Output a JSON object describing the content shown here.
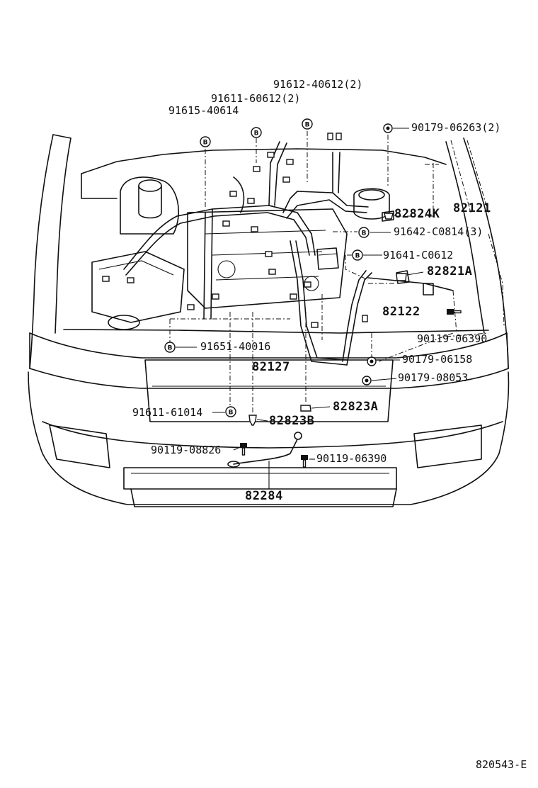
{
  "diagram_code": "820543-E",
  "badge_letter": "B",
  "parts": {
    "p1": "91612-40612(2)",
    "p2": "91611-60612(2)",
    "p3": "91615-40614",
    "p4": "90179-06263(2)",
    "p5": "82824K",
    "p6": "82121",
    "p7": "91642-C0814(3)",
    "p8": "91641-C0612",
    "p9": "82821A",
    "p10": "82122",
    "p11": "90119-06390",
    "p12": "91651-40016",
    "p13": "90179-06158",
    "p14": "82127",
    "p15": "90179-08053",
    "p16": "91611-61014",
    "p17": "82823A",
    "p18": "82823B",
    "p19": "90119-08826",
    "p20": "90119-06390",
    "p21": "82284"
  }
}
